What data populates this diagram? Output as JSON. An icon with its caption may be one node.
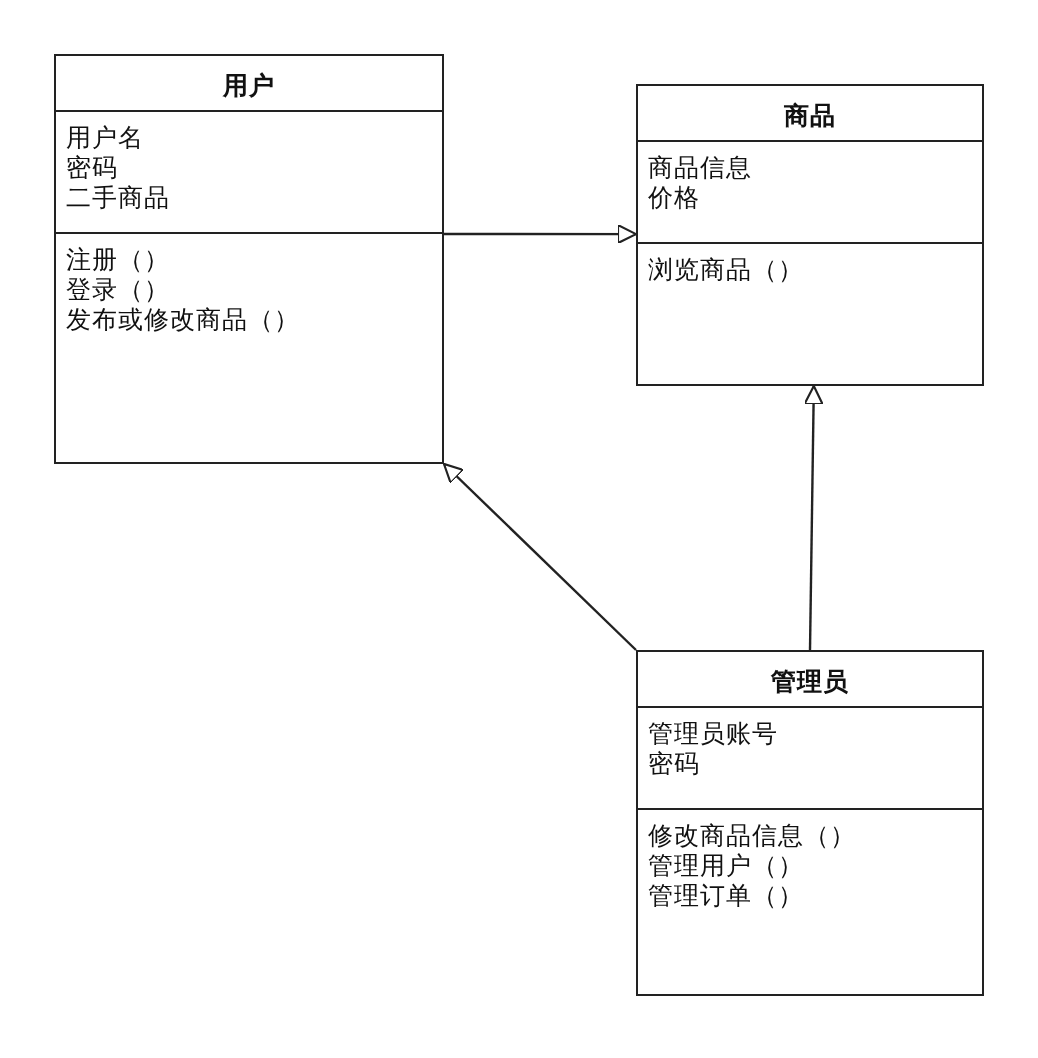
{
  "diagram": {
    "nodes": [
      {
        "text": [
          "用户"
        ]
      },
      {
        "text": [
          "用户名",
          "密码",
          "二手商品"
        ],
        "in": 0
      },
      {
        "text": [
          "注册（）",
          "登录（）",
          "发布或修改商品（）"
        ],
        "in": 0
      },
      {
        "text": [
          "商品"
        ]
      },
      {
        "text": [
          "商品信息",
          "价格"
        ],
        "in": 3
      },
      {
        "text": [
          "浏览商品（）"
        ],
        "in": 3
      },
      {
        "text": [
          "管理员"
        ]
      },
      {
        "text": [
          "管理员账号",
          "密码"
        ],
        "in": 6
      },
      {
        "text": [
          "修改商品信息（）",
          "管理用户（）",
          "管理订单（）"
        ],
        "in": 6
      }
    ],
    "edges": [
      {
        "from": 0,
        "to": 3,
        "arrow": "to"
      },
      {
        "from": 6,
        "to": 3,
        "arrow": "to"
      },
      {
        "from": 6,
        "to": 0,
        "arrow": "to"
      }
    ]
  }
}
